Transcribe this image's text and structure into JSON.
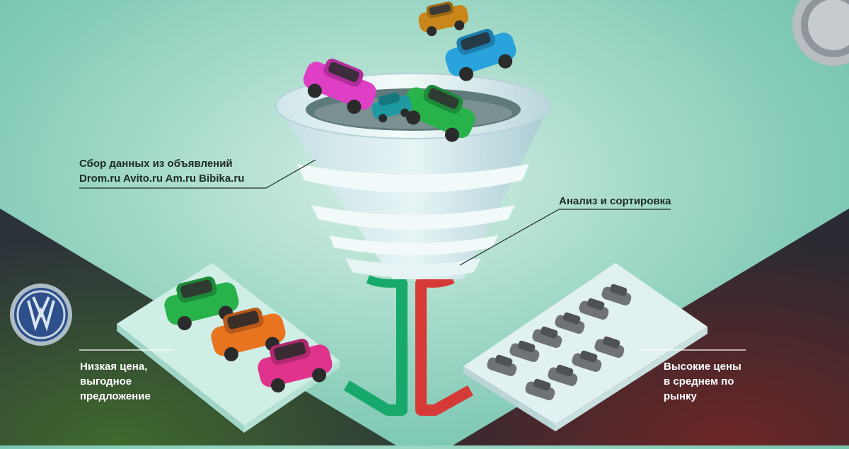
{
  "labels": {
    "collect_line1": "Сбор данных из объявлений",
    "collect_line2": "Drom.ru Avito.ru Am.ru Bibika.ru",
    "analysis": "Анализ и сортировка",
    "low_line1": "Низкая цена,",
    "low_line2": "выгодное",
    "low_line3": "предложение",
    "high_line1": "Высокие цены",
    "high_line2": "в среднем по",
    "high_line3": "рынку"
  },
  "colors": {
    "green_pipe": "#17a86b",
    "red_pipe": "#d63a36",
    "dark_left": "#2c323a",
    "dark_right": "#2a2b33",
    "car_green": "#27b24a",
    "car_orange": "#e8741f",
    "car_pink": "#e0348c",
    "car_magenta": "#de3fc5",
    "car_blue": "#29a3dc",
    "car_teal": "#1f9aa3",
    "car_gold": "#c8861b",
    "car_gray": "#6f7276"
  },
  "icons": {
    "logo_left": "volkswagen-logo-icon",
    "logo_right": "car-emblem-icon"
  }
}
